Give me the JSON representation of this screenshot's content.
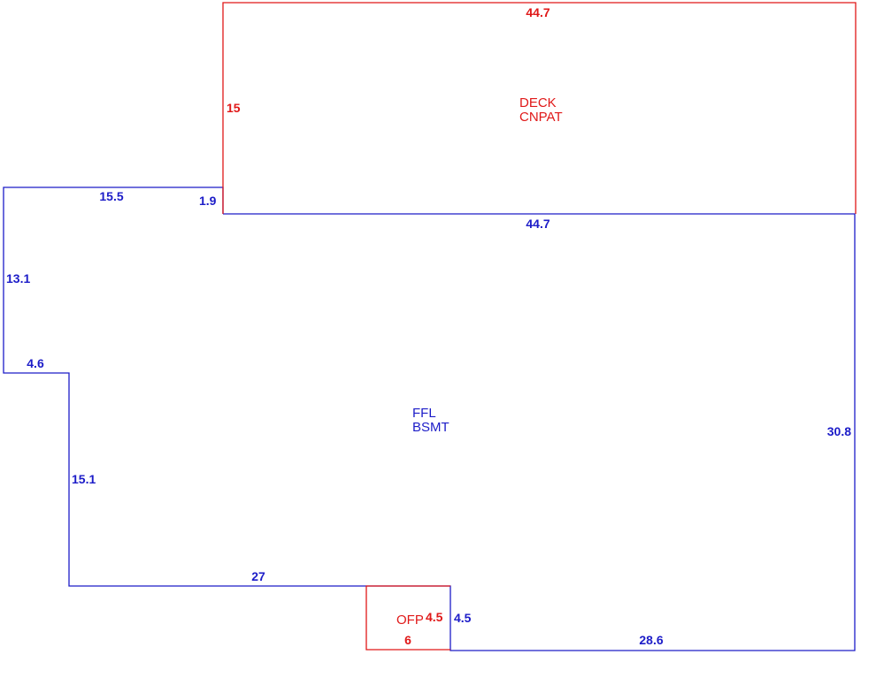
{
  "colors": {
    "main": "#1c1cc8",
    "addition": "#e01818"
  },
  "areas": {
    "deck": {
      "line1": "DECK",
      "line2": "CNPAT"
    },
    "main": {
      "line1": "FFL",
      "line2": "BSMT"
    },
    "porch": {
      "label": "OFP"
    }
  },
  "dimensions": {
    "deck_top": "44.7",
    "deck_left": "15",
    "main_top": "44.7",
    "main_step": "1.9",
    "main_left_top": "15.5",
    "main_left_side": "13.1",
    "main_notch": "4.6",
    "main_left_lower": "15.1",
    "main_bottom_left": "27",
    "porch_side_red": "4.5",
    "porch_side_blue": "4.5",
    "porch_bottom": "6",
    "main_bottom_right": "28.6",
    "main_right": "30.8"
  }
}
